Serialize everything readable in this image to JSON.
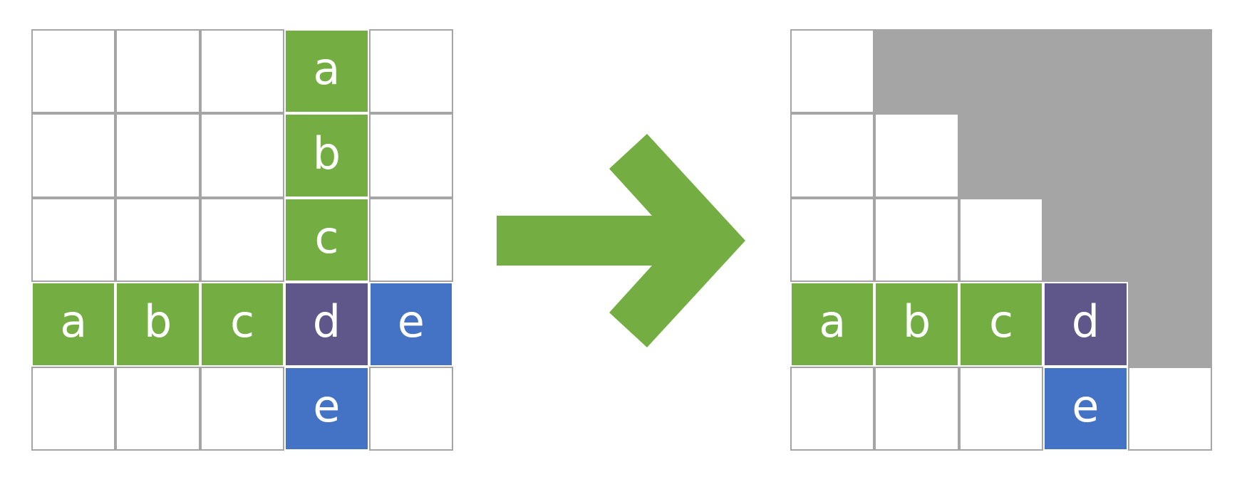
{
  "colors": {
    "green": "#74ae43",
    "purple": "#5f5689",
    "blue": "#4472c4",
    "gray": "#a5a5a5",
    "white": "#ffffff"
  },
  "grids": {
    "left": {
      "size": 5,
      "cells": [
        [
          "",
          "",
          "",
          "a",
          ""
        ],
        [
          "",
          "",
          "",
          "b",
          ""
        ],
        [
          "",
          "",
          "",
          "c",
          ""
        ],
        [
          "a",
          "b",
          "c",
          "d",
          "e"
        ],
        [
          "",
          "",
          "",
          "e",
          ""
        ]
      ],
      "fills": [
        [
          "white",
          "white",
          "white",
          "green",
          "white"
        ],
        [
          "white",
          "white",
          "white",
          "green",
          "white"
        ],
        [
          "white",
          "white",
          "white",
          "green",
          "white"
        ],
        [
          "green",
          "green",
          "green",
          "purple",
          "blue"
        ],
        [
          "white",
          "white",
          "white",
          "blue",
          "white"
        ]
      ]
    },
    "right": {
      "size": 5,
      "cells": [
        [
          "",
          "",
          "",
          "",
          ""
        ],
        [
          "",
          "",
          "",
          "",
          ""
        ],
        [
          "",
          "",
          "",
          "",
          ""
        ],
        [
          "a",
          "b",
          "c",
          "d",
          ""
        ],
        [
          "",
          "",
          "",
          "e",
          ""
        ]
      ],
      "fills": [
        [
          "white",
          "gray",
          "gray",
          "gray",
          "gray"
        ],
        [
          "white",
          "white",
          "gray",
          "gray",
          "gray"
        ],
        [
          "white",
          "white",
          "white",
          "gray",
          "gray"
        ],
        [
          "green",
          "green",
          "green",
          "purple",
          "gray"
        ],
        [
          "white",
          "white",
          "white",
          "blue",
          "white"
        ]
      ]
    }
  },
  "arrow": {
    "icon": "right-arrow-icon",
    "color": "#74ae43"
  }
}
